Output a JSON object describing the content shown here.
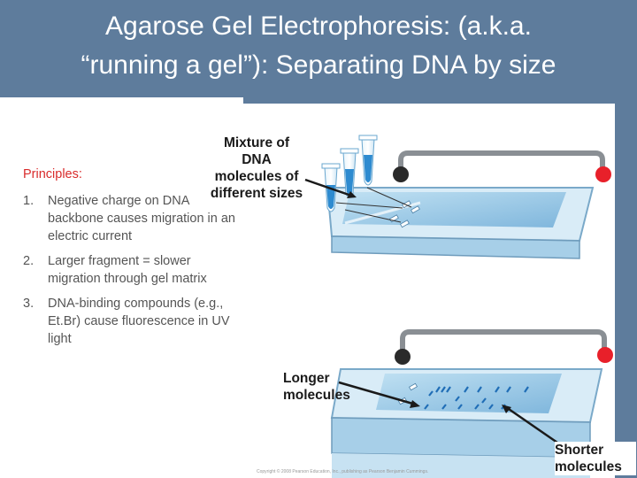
{
  "title": {
    "line1": "Agarose Gel Electrophoresis: (a.k.a.",
    "line2": "“running a gel”): Separating DNA by size"
  },
  "principles": {
    "heading": "Principles:",
    "items": [
      {
        "num": "1.",
        "text": "Negative charge on DNA backbone causes migration in an electric current"
      },
      {
        "num": "2.",
        "text": "Larger fragment = slower migration through gel matrix"
      },
      {
        "num": "3.",
        "text": "DNA-binding compounds (e.g., Et.Br) cause fluorescence in UV light"
      }
    ]
  },
  "figure": {
    "mixture_label": "Mixture of DNA molecules of different sizes",
    "longer_label": "Longer molecules",
    "shorter_label": "Shorter molecules",
    "copyright": "Copyright © 2008 Pearson Education, Inc., publishing as Pearson Benjamin Cummings."
  },
  "colors": {
    "background": "#5e7c9c",
    "heading_red": "#d92b2b",
    "electrode_negative": "#2a2a2a",
    "electrode_positive": "#e8202a",
    "gel_blue": "#8ec3e3",
    "band_blue": "#1f6db6"
  }
}
